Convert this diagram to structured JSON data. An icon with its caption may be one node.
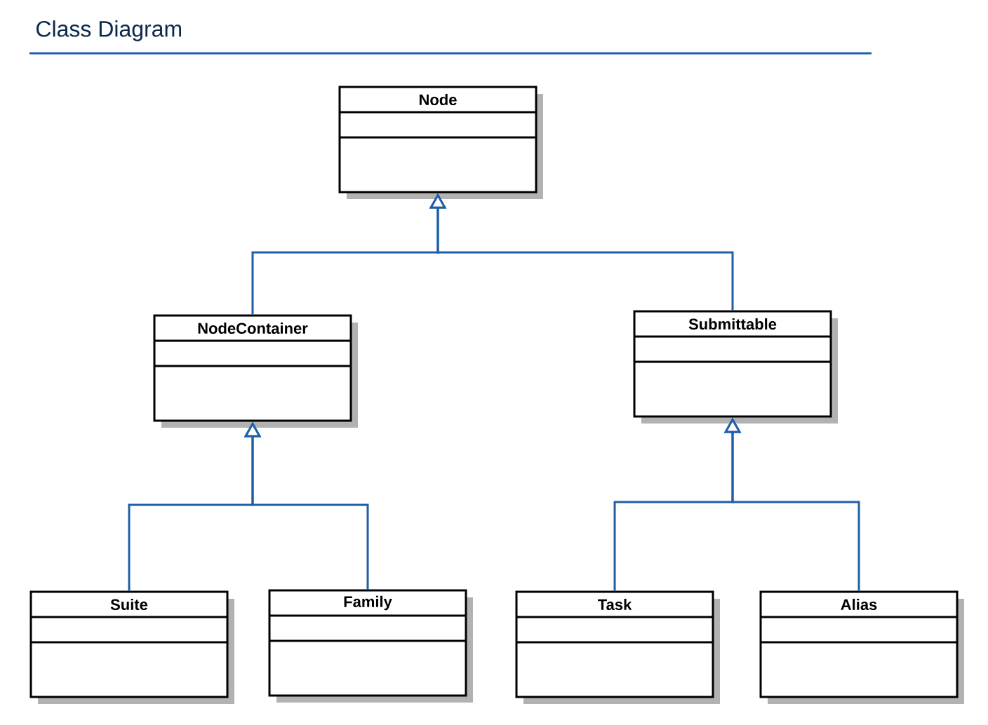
{
  "diagram": {
    "title": "Class Diagram",
    "nodes": [
      {
        "text": [
          "Node"
        ]
      },
      {
        "text": [
          "NodeContainer"
        ]
      },
      {
        "text": [
          "Submittable"
        ]
      },
      {
        "text": [
          "Suite"
        ]
      },
      {
        "text": [
          "Family"
        ]
      },
      {
        "text": [
          "Task"
        ]
      },
      {
        "text": [
          "Alias"
        ]
      }
    ],
    "edges": [
      {
        "from": 1,
        "to": 0,
        "arrow": "to"
      },
      {
        "from": 2,
        "to": 0,
        "arrow": "to"
      },
      {
        "from": 3,
        "to": 1,
        "arrow": "to"
      },
      {
        "from": 4,
        "to": 1,
        "arrow": "to"
      },
      {
        "from": 5,
        "to": 2,
        "arrow": "to"
      },
      {
        "from": 6,
        "to": 2,
        "arrow": "to"
      }
    ]
  }
}
